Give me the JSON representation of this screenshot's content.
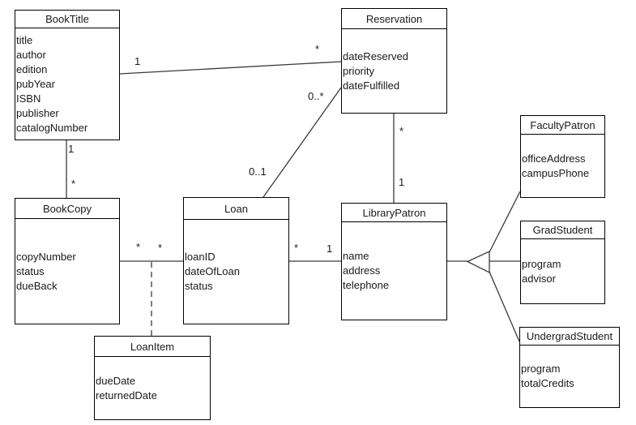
{
  "diagram": {
    "type": "uml-class-diagram",
    "classes": [
      {
        "name": "BookTitle",
        "attributes": [
          "title",
          "author",
          "edition",
          "pubYear",
          "ISBN",
          "publisher",
          "catalogNumber"
        ]
      },
      {
        "name": "Reservation",
        "attributes": [
          "dateReserved",
          "priority",
          "dateFulfilled"
        ]
      },
      {
        "name": "FacultyPatron",
        "attributes": [
          "officeAddress",
          "campusPhone"
        ]
      },
      {
        "name": "BookCopy",
        "attributes": [
          "copyNumber",
          "status",
          "dueBack"
        ]
      },
      {
        "name": "Loan",
        "attributes": [
          "loanID",
          "dateOfLoan",
          "status"
        ]
      },
      {
        "name": "LibraryPatron",
        "attributes": [
          "name",
          "address",
          "telephone"
        ]
      },
      {
        "name": "GradStudent",
        "attributes": [
          "program",
          "advisor"
        ]
      },
      {
        "name": "UndergradStudent",
        "attributes": [
          "program",
          "totalCredits"
        ]
      },
      {
        "name": "LoanItem",
        "attributes": [
          "dueDate",
          "returnedDate"
        ]
      }
    ],
    "relationships": [
      {
        "from": "BookTitle",
        "to": "Reservation",
        "type": "association",
        "from_mult": "1",
        "to_mult": "*"
      },
      {
        "from": "BookTitle",
        "to": "BookCopy",
        "type": "association",
        "from_mult": "1",
        "to_mult": "*"
      },
      {
        "from": "Loan",
        "to": "Reservation",
        "type": "association",
        "from_mult": "0..1",
        "to_mult": "0..*"
      },
      {
        "from": "Reservation",
        "to": "LibraryPatron",
        "type": "association",
        "from_mult": "*",
        "to_mult": "1"
      },
      {
        "from": "BookCopy",
        "to": "Loan",
        "type": "association",
        "from_mult": "*",
        "to_mult": "*"
      },
      {
        "from": "Loan",
        "to": "LibraryPatron",
        "type": "association",
        "from_mult": "*",
        "to_mult": "1"
      },
      {
        "from": "BookCopy-Loan",
        "to": "LoanItem",
        "type": "association-class-link"
      },
      {
        "from": "LibraryPatron",
        "to": "FacultyPatron",
        "type": "generalization"
      },
      {
        "from": "LibraryPatron",
        "to": "GradStudent",
        "type": "generalization"
      },
      {
        "from": "LibraryPatron",
        "to": "UndergradStudent",
        "type": "generalization"
      }
    ],
    "colors": {
      "background": "#ffffff",
      "border": "#000000",
      "line": "#3a3a3a",
      "text": "#1a1a1a"
    }
  }
}
